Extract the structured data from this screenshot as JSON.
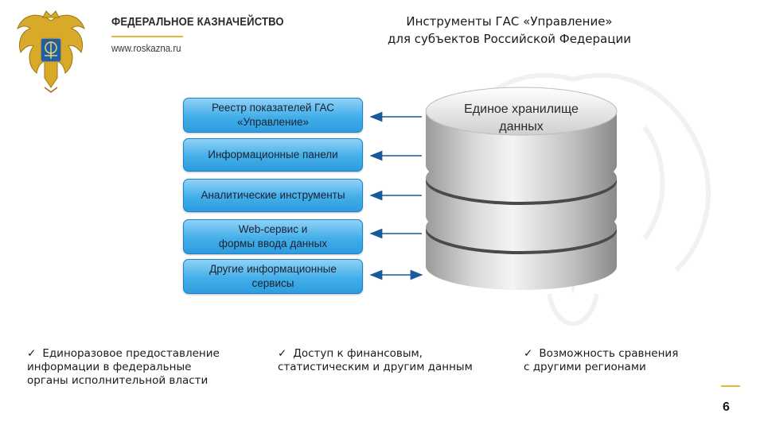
{
  "header": {
    "org_name": "ФЕДЕРАЛЬНОЕ КАЗНАЧЕЙСТВО",
    "org_url": "www.roskazna.ru",
    "emblem_icon": "double-headed-eagle-emblem-icon"
  },
  "title": {
    "line1": "Инструменты ГАС «Управление»",
    "line2": "для субъектов Российской Федерации"
  },
  "storage": {
    "label_line1": "Единое хранилище",
    "label_line2": "данных"
  },
  "tools": [
    {
      "lines": [
        "Реестр показателей ГАС",
        "«Управление»"
      ]
    },
    {
      "lines": [
        "Информационные панели"
      ]
    },
    {
      "lines": [
        "Аналитические инструменты"
      ]
    },
    {
      "lines": [
        "Web-сервис и",
        "формы ввода данных"
      ]
    },
    {
      "lines": [
        "Другие информационные",
        "сервисы"
      ]
    }
  ],
  "arrows": [
    "to-storage",
    "to-storage",
    "to-storage",
    "to-storage",
    "bidirectional"
  ],
  "bullets": [
    {
      "check": "✓",
      "lines": [
        "Единоразовое предоставление",
        "информации в федеральные",
        "органы исполнительной власти"
      ]
    },
    {
      "check": "✓",
      "lines": [
        "Доступ к финансовым,",
        "статистическим и другим данным"
      ]
    },
    {
      "check": "✓",
      "lines": [
        "Возможность сравнения",
        "с другими регионами"
      ]
    }
  ],
  "page_number": "6",
  "colors": {
    "box_fill": "#43aee9",
    "box_border": "#1f7fc9",
    "arrow": "#1a5a9a",
    "accent": "#e1b83a"
  }
}
